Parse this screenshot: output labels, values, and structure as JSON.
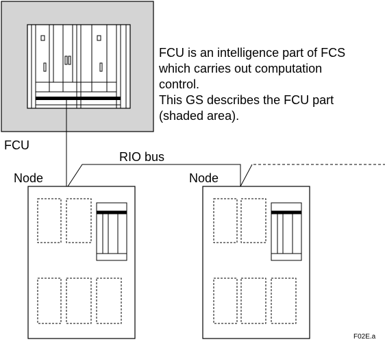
{
  "description": {
    "lines": [
      "FCU is an intelligence part of FCS",
      "which carries out computation",
      "control.",
      "This GS describes the FCU part",
      "(shaded area)."
    ]
  },
  "labels": {
    "fcu": "FCU",
    "rio_bus": "RIO bus",
    "node_left": "Node",
    "node_right": "Node",
    "figure_id": "F02E.a"
  },
  "colors": {
    "shaded_area": "#d4d4d4",
    "line": "#000000"
  }
}
